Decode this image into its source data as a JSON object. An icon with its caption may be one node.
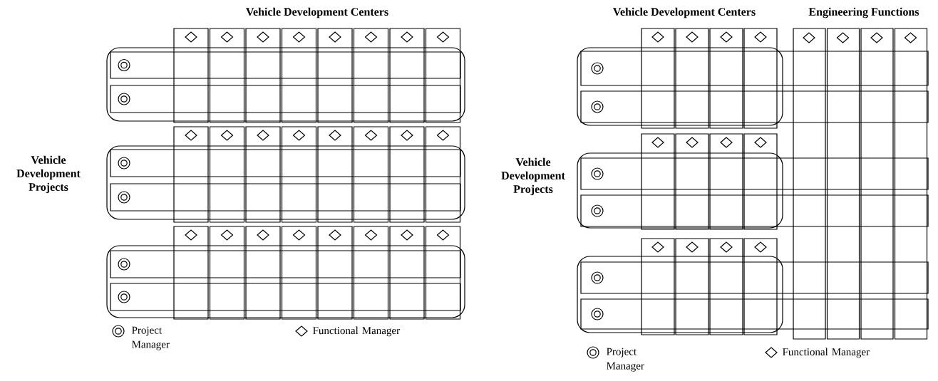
{
  "diagram": {
    "labels": [
      "Vehicle Development Centers",
      "Vehicle Development Projects",
      "Vehicle Development Centers",
      "Engineering Functions",
      "Vehicle Development Projects"
    ],
    "legend": [
      {
        "text": "Project Manager"
      },
      {
        "text": "Functional Manager"
      },
      {
        "text": "Project Manager"
      },
      {
        "text": "Functional Manager"
      }
    ]
  }
}
